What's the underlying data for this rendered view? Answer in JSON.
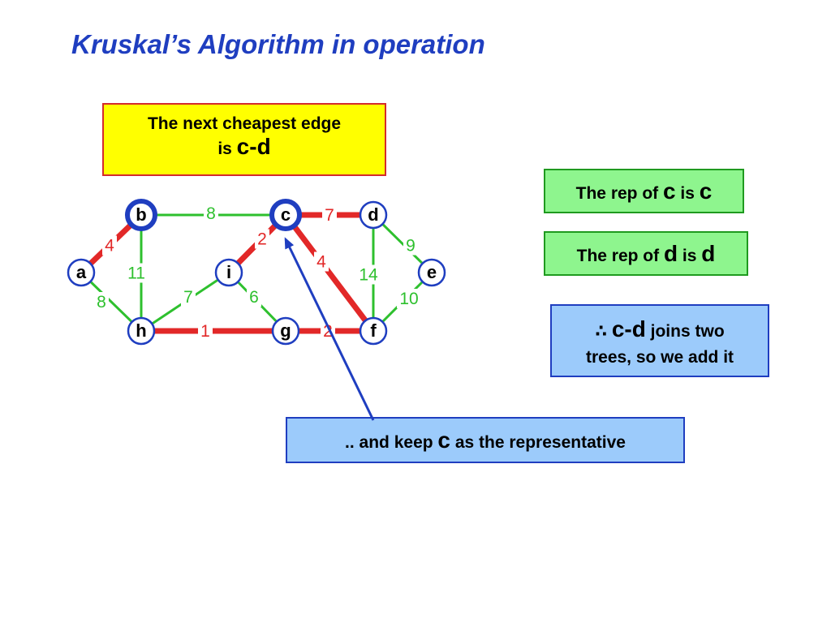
{
  "title": "Kruskal’s Algorithm in operation",
  "callouts": {
    "next_edge": {
      "line1": "The next cheapest edge",
      "line2_prefix": "is ",
      "line2_edge": "c-d"
    },
    "rep_c": {
      "prefix": "The rep of ",
      "var": "c",
      "mid": " is ",
      "rep": "c"
    },
    "rep_d": {
      "prefix": "The rep of ",
      "var": "d",
      "mid": " is ",
      "rep": "d"
    },
    "joins": {
      "therefore": "∴",
      "edge": "c-d",
      "line1_rest": " joins two",
      "line2": "trees, so we add it"
    },
    "keep": {
      "prefix": ".. and keep ",
      "var": "c",
      "suffix": " as the representative"
    }
  },
  "graph": {
    "nodes": [
      {
        "id": "a",
        "label": "a",
        "highlight": false
      },
      {
        "id": "b",
        "label": "b",
        "highlight": true
      },
      {
        "id": "c",
        "label": "c",
        "highlight": true
      },
      {
        "id": "d",
        "label": "d",
        "highlight": false
      },
      {
        "id": "e",
        "label": "e",
        "highlight": false
      },
      {
        "id": "f",
        "label": "f",
        "highlight": false
      },
      {
        "id": "g",
        "label": "g",
        "highlight": false
      },
      {
        "id": "h",
        "label": "h",
        "highlight": false
      },
      {
        "id": "i",
        "label": "i",
        "highlight": false
      }
    ],
    "edges": [
      {
        "from": "a",
        "to": "b",
        "weight": "4",
        "in_tree": true
      },
      {
        "from": "b",
        "to": "c",
        "weight": "8",
        "in_tree": false
      },
      {
        "from": "c",
        "to": "d",
        "weight": "7",
        "in_tree": true
      },
      {
        "from": "d",
        "to": "e",
        "weight": "9",
        "in_tree": false
      },
      {
        "from": "b",
        "to": "h",
        "weight": "11",
        "in_tree": false
      },
      {
        "from": "a",
        "to": "h",
        "weight": "8",
        "in_tree": false
      },
      {
        "from": "i",
        "to": "c",
        "weight": "2",
        "in_tree": true
      },
      {
        "from": "c",
        "to": "f",
        "weight": "4",
        "in_tree": true
      },
      {
        "from": "d",
        "to": "f",
        "weight": "14",
        "in_tree": false
      },
      {
        "from": "h",
        "to": "i",
        "weight": "7",
        "in_tree": false
      },
      {
        "from": "i",
        "to": "g",
        "weight": "6",
        "in_tree": false
      },
      {
        "from": "e",
        "to": "f",
        "weight": "10",
        "in_tree": false
      },
      {
        "from": "h",
        "to": "g",
        "weight": "1",
        "in_tree": true
      },
      {
        "from": "g",
        "to": "f",
        "weight": "2",
        "in_tree": true
      }
    ]
  },
  "colors": {
    "title": "#1f3ec0",
    "tree_edge": "#e22828",
    "non_tree_edge": "#2ec02e",
    "node_ring": "#1f3ec0",
    "arrow": "#1f3ec0"
  }
}
